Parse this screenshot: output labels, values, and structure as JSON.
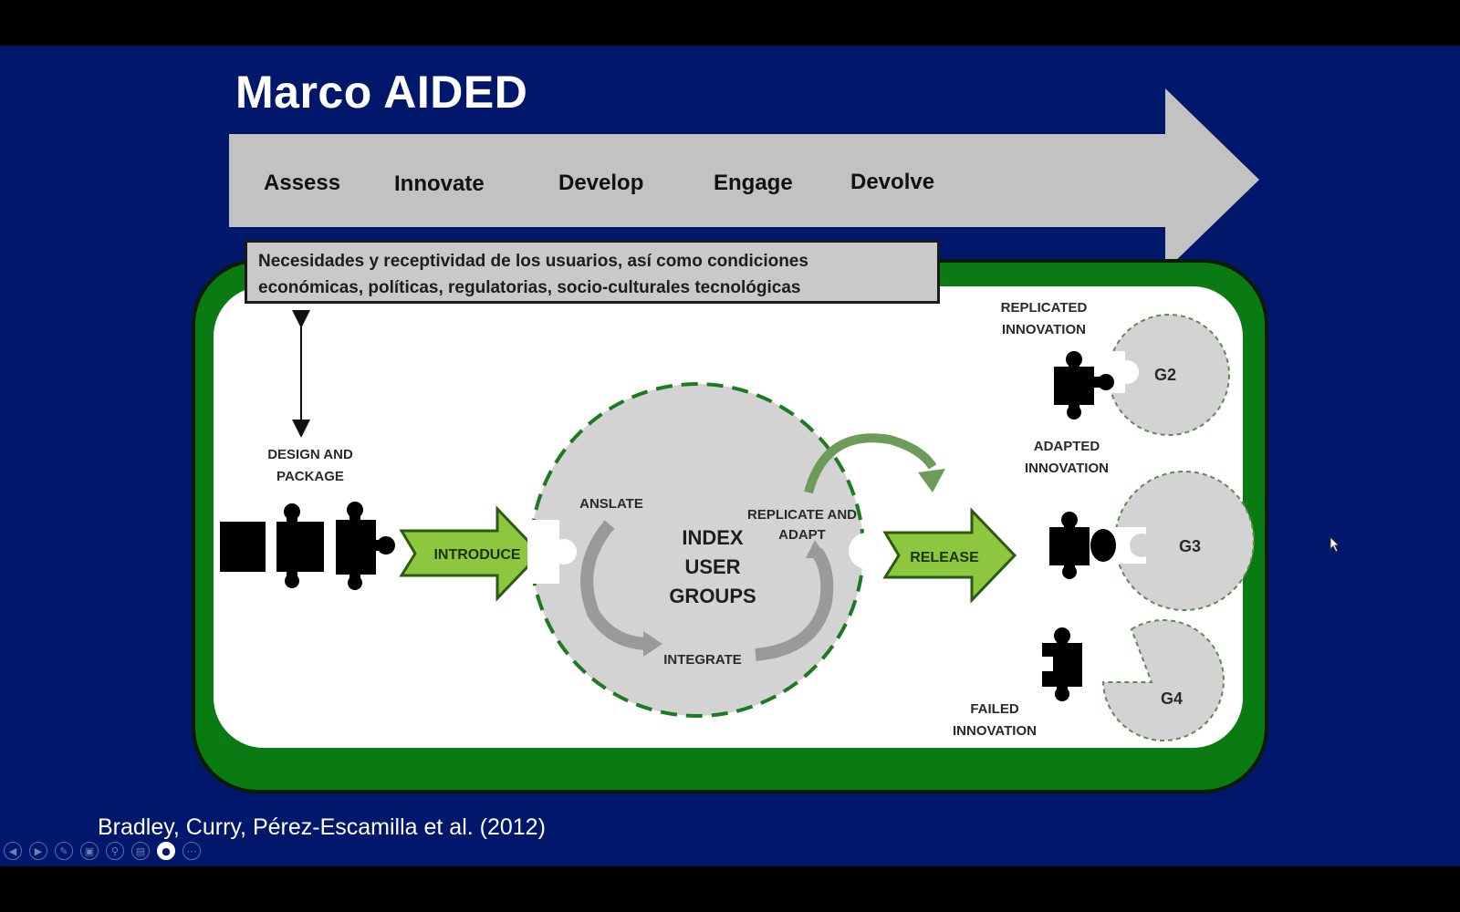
{
  "title": "Marco AIDED",
  "phases": [
    "Assess",
    "Innovate",
    "Develop",
    "Engage",
    "Devolve"
  ],
  "needs_box": {
    "line1": "Necesidades y receptividad de los usuarios, así como condiciones",
    "line2": "económicas, políticas, regulatorias, socio-culturales  tecnológicas"
  },
  "labels": {
    "design_line1": "DESIGN AND",
    "design_line2": "PACKAGE",
    "introduce": "INTRODUCE",
    "translate": "ANSLATE",
    "index_line1": "INDEX",
    "index_line2": "USER",
    "index_line3": "GROUPS",
    "replicate_line1": "REPLICATE AND",
    "replicate_line2": "ADAPT",
    "integrate": "INTEGRATE",
    "release": "RELEASE",
    "replicated_line1": "REPLICATED",
    "replicated_line2": "INNOVATION",
    "adapted_line1": "ADAPTED",
    "adapted_line2": "INNOVATION",
    "failed_line1": "FAILED",
    "failed_line2": "INNOVATION"
  },
  "groups": [
    "G2",
    "G3",
    "G4"
  ],
  "citation": "Bradley, Curry, Pérez-Escamilla et al. (2012)",
  "colors": {
    "slide_background": "#00176b",
    "green_frame": "#0a7a12",
    "arrow_green": "#8dc63f",
    "phase_arrow_gray": "#c2c2c2",
    "circle_gray": "#d3d3d3"
  },
  "controls": [
    "prev-icon",
    "next-icon",
    "pen-icon",
    "slides-icon",
    "zoom-icon",
    "subtitles-icon",
    "camera-icon",
    "more-icon"
  ]
}
